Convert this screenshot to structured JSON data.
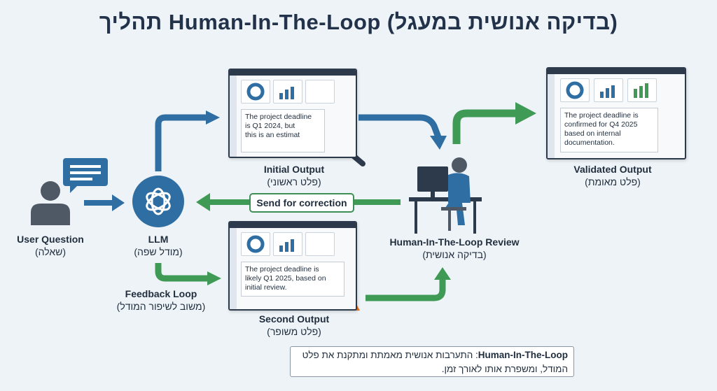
{
  "title": "תהליך Human-In-The-Loop (בדיקה אנושית במעגל)",
  "nodes": {
    "user": {
      "label_en": "User Question",
      "label_he": "(שאלה)"
    },
    "llm": {
      "label_en": "LLM",
      "label_he": "(מודל שפה)"
    },
    "feedback": {
      "label_en": "Feedback Loop",
      "label_he": "(משוב לשיפור המודל)"
    },
    "initial": {
      "label_en": "Initial Output",
      "label_he": "(פלט ראשוני)",
      "text": "The project deadline\nis Q1 2024, but\nthis is an estimat"
    },
    "second": {
      "label_en": "Second Output",
      "label_he": "(פלט משופר)",
      "text": "The project deadline is\nlikely Q1 2025, based on\ninitial review."
    },
    "review": {
      "label_en": "Human-In-The-Loop Review",
      "label_he": "(בדיקה אנושית)"
    },
    "validated": {
      "label_en": "Validated Output",
      "label_he": "(פלט מאומת)",
      "text": "The project deadline is\nconfirmed for Q4 2025\nbased on internal\ndocumentation."
    }
  },
  "correction_label": "Send for correction",
  "footnote": {
    "term": "Human-In-The-Loop",
    "text": ": התערבות אנושית מאמתת ומתקנת את פלט המודל, ומשפרת אותו לאורך זמן."
  },
  "colors": {
    "blue": "#2f6ea3",
    "green": "#3e9a55",
    "warning": "#e8731f",
    "check": "#3f9e57",
    "dark": "#2d3a4c"
  },
  "icons": [
    "chat-bubble-icon",
    "user-icon",
    "openai-logo-icon",
    "warning-icon",
    "magnifier-question-icon",
    "check-icon",
    "human-desk-icon",
    "donut-chart-icon",
    "bar-chart-icon"
  ]
}
